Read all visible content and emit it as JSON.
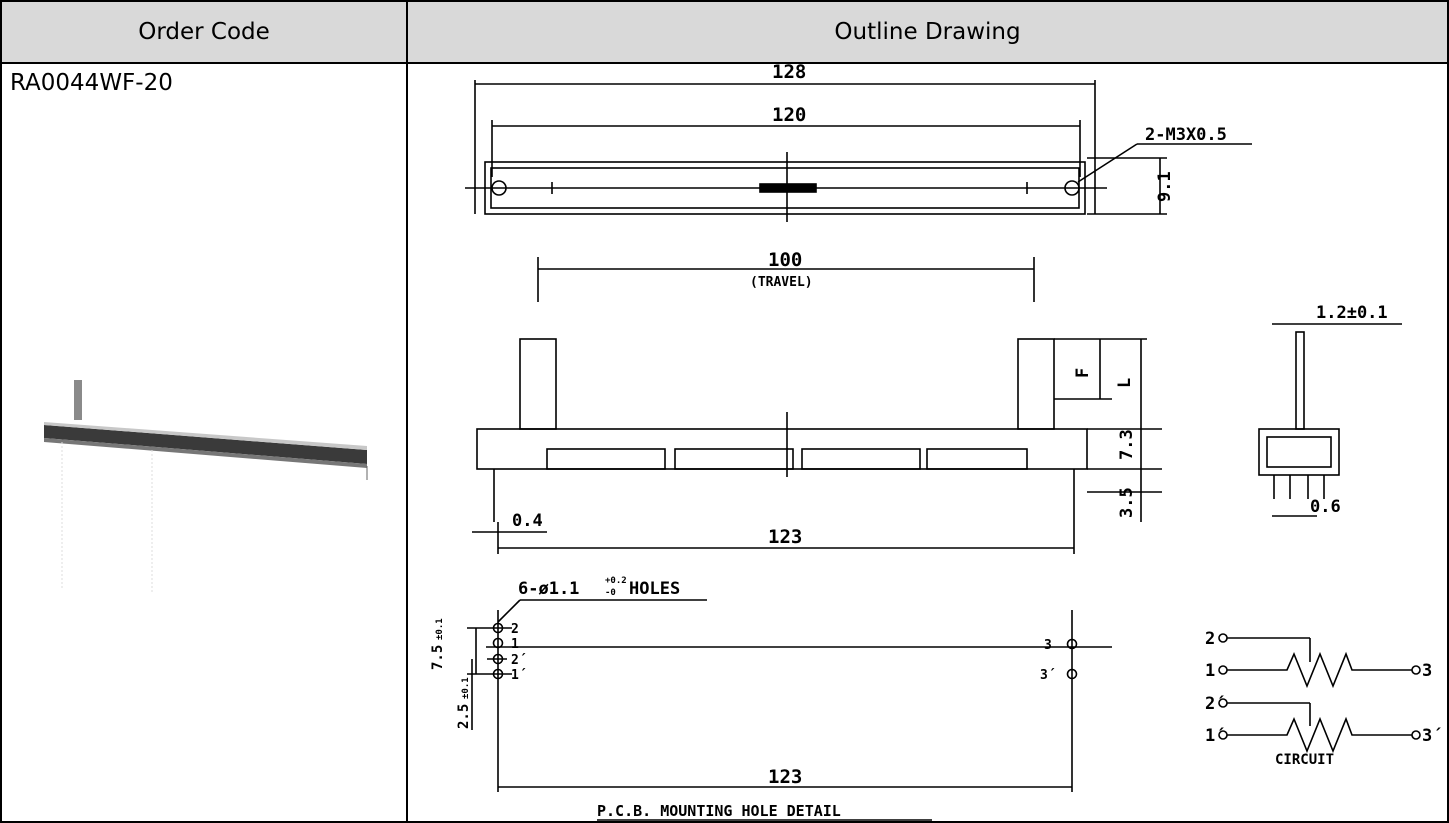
{
  "table": {
    "header_order_code": "Order Code",
    "header_outline": "Outline Drawing",
    "order_code": "RA0044WF-20"
  },
  "drawing": {
    "top_view": {
      "overall_length": "128",
      "hole_spacing": "120",
      "screw": "2-M3X0.5",
      "height": "9.1"
    },
    "side_view": {
      "travel": "100",
      "travel_label": "(TRAVEL)",
      "lever_f": "F",
      "lever_l": "L",
      "body_height": "7.3",
      "pin_length": "3.5",
      "pin_thickness": "0.4",
      "pin_span": "123"
    },
    "end_view": {
      "lever_width": "1.2±0.1",
      "pin_width": "0.6"
    },
    "pcb": {
      "holes": "6-ø1.1",
      "holes_tol_plus": "+0.2",
      "holes_tol_minus": "-0",
      "holes_suffix": "HOLES",
      "pitch_a": "7.5",
      "pitch_b": "2.5",
      "tol": "±0.1",
      "span": "123",
      "caption": "P.C.B. MOUNTING HOLE DETAIL",
      "pins_left": [
        "2",
        "1",
        "2´",
        "1´"
      ],
      "pins_right": [
        "3",
        "3´"
      ]
    },
    "circuit": {
      "caption": "CIRCUIT",
      "left_top": [
        "2",
        "1"
      ],
      "left_bottom": [
        "2´",
        "1´"
      ],
      "right_top": "3",
      "right_bottom": "3´"
    }
  }
}
